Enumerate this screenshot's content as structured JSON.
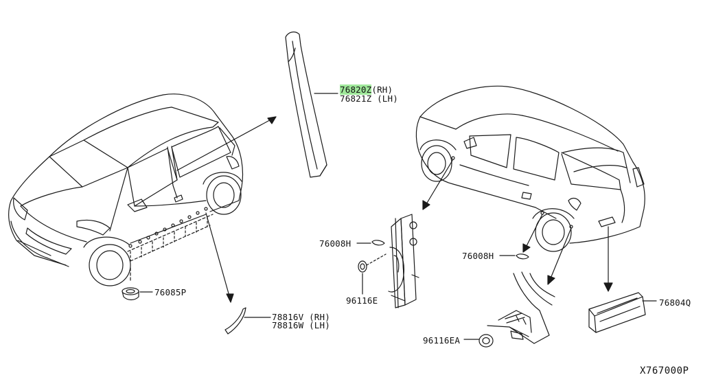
{
  "parts": {
    "pillar_rh": "76820Z",
    "pillar_rh_side": "(RH)",
    "pillar_lh": "76821Z (LH)",
    "grommet": "76085P",
    "molding_rh": "78816V (RH)",
    "molding_lh": "78816W (LH)",
    "plug_center": "76008H",
    "seal_center": "96116E",
    "plug_right": "76008H",
    "seal_right": "96116EA",
    "rear_trim": "76804Q"
  },
  "diagram_code": "X767000P",
  "highlight_color": "#9fe79a"
}
